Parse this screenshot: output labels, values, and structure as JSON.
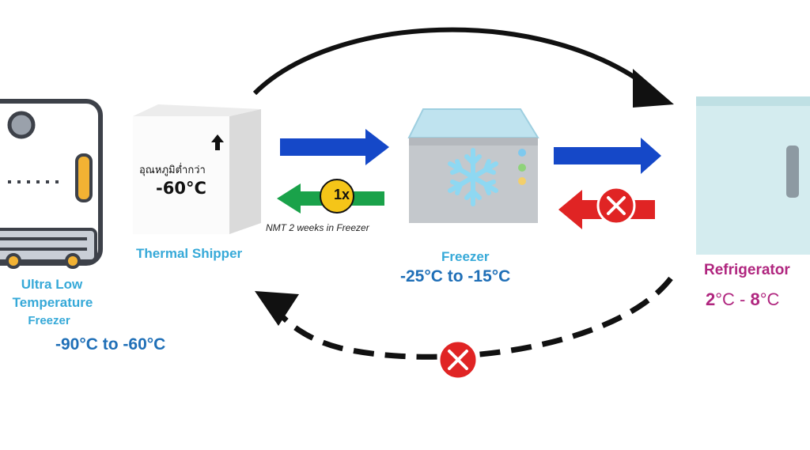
{
  "ult_freezer": {
    "name_line1": "Ultra Low",
    "name_line2": "Temperature",
    "name_line3": "Freezer",
    "temp_range": "-90°C to -60°C"
  },
  "thermal_shipper": {
    "box_note": "อุณหภูมิต่ำกว่า",
    "box_temp": "-60°C",
    "name": "Thermal Shipper"
  },
  "transfer_limit": {
    "badge": "1x",
    "note": "NMT 2 weeks in Freezer"
  },
  "freezer": {
    "name": "Freezer",
    "temp_range": "-25°C to -15°C"
  },
  "refrigerator": {
    "name": "Refrigerator",
    "temp_low": "2",
    "temp_sep": "°C - ",
    "temp_high": "8",
    "temp_unit": "°C"
  },
  "colors": {
    "forward_arrow": "#1548c8",
    "return_allowed": "#1aa24a",
    "return_blocked": "#e02424",
    "badge_yellow": "#f5c518",
    "label_blue": "#36a9d8",
    "label_dark_blue": "#1f6fb7",
    "label_magenta": "#b0267f"
  },
  "icons": {
    "forbidden": "x-circle-icon",
    "snowflake": "snowflake-icon",
    "up": "up-arrow-icon"
  }
}
